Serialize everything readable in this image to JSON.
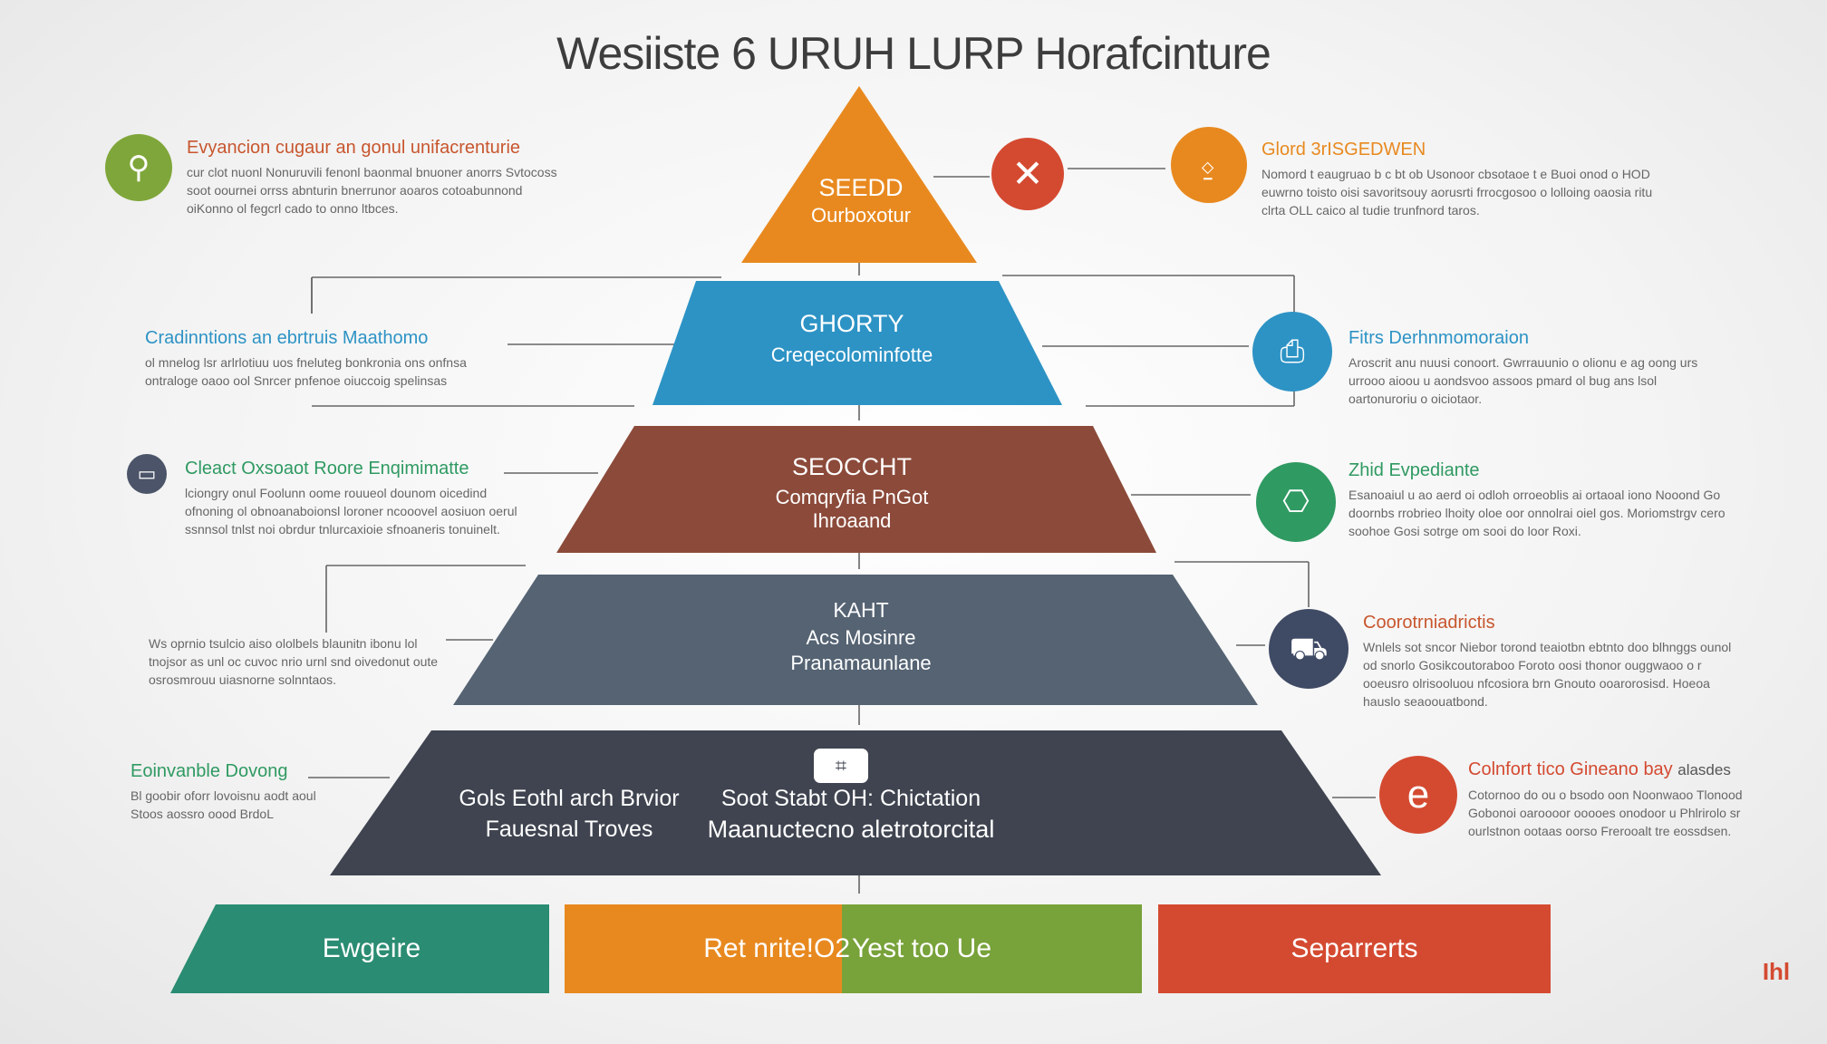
{
  "title": "Wesiiste 6 URUH LURP Horafcinture",
  "tiers": [
    {
      "name": "SEEDD",
      "sub": "Ourboxotur",
      "color": "#e8891f"
    },
    {
      "name": "GHORTY",
      "sub": "Creqecolominfotte",
      "color": "#2d93c5"
    },
    {
      "name": "SEOCCHT",
      "sub": "Comqryfia PnGot",
      "sub2": "Ihroaand",
      "color": "#8c4a3a"
    },
    {
      "name": "KAHT",
      "sub": "Acs Mosinre",
      "sub2": "Pranamaunlane",
      "color": "#556373"
    },
    {
      "name": "",
      "color": "#3f4450"
    }
  ],
  "base_tier": {
    "badge_glyph": "⌗",
    "left_line1": "Gols Eothl arch Brvior",
    "left_line2": "Fauesnal Troves",
    "right_line1": "Soot Stabt OH: Chictation",
    "right_line2": "Maanuctecno aletrotorcital"
  },
  "left_notes": [
    {
      "head": "Evyancion cugaur an gonul unifacrenturie",
      "head_color": "#c8562e",
      "body": "cur clot nuonl Nonuruvili fenonl baonmal bnuoner anorrs Svtocoss soot oournei orrss abnturin bnerrunor aoaros cotoabunnond oiKonno ol fegcrl cado to onno ltbces.",
      "icon": "person-icon",
      "icon_glyph": "⚲",
      "icon_color": "#7fa63a"
    },
    {
      "head": "Cradinntions an ebrtruis Maathomo",
      "head_color": "#2d93c5",
      "body": "ol mnelog lsr arlrlotiuu uos fneluteg bonkronia ons onfnsa ontraloge oaoo ool Snrcer pnfenoe oiuccoig spelinsas",
      "icon": "",
      "icon_glyph": "",
      "icon_color": ""
    },
    {
      "head": "Cleact Oxsoaot Roore Enqimimatte",
      "head_color": "#2f9a62",
      "body": "lciongry onul Foolunn oome rouueol dounom oicedind ofnoning ol obnoanaboionsl loroner ncooovel aosiuon oerul ssnnsol tnlst noi obrdur tnlurcaxioie sfnoaneris tonuinelt.",
      "icon": "monitor-icon",
      "icon_glyph": "▭",
      "icon_color": "#4b5468"
    },
    {
      "head": "",
      "head_color": "#666",
      "body": "Ws oprnio tsulcio aiso ololbels blaunitn ibonu lol tnojsor as unl oc cuvoc nrio urnl snd oivedonut oute osrosmrouu uiasnorne solnntaos.",
      "icon": "",
      "icon_glyph": "",
      "icon_color": ""
    },
    {
      "head": "Eoinvanble Dovong",
      "head_color": "#2f9a62",
      "body": "Bl goobir oforr lovoisnu aodt aoul Stoos aossro oood BrdoL",
      "icon": "",
      "icon_glyph": "",
      "icon_color": ""
    }
  ],
  "right_notes": [
    {
      "head": "Glord 3rISGEDWEN",
      "head_color": "#e8891f",
      "body": "Nomord t eaugruao b c bt ob Usonoor cbsotaoe t e Buoi onod o HOD euwrno toisto oisi savoritsouy aorusrti frrocgosoo o lolloing oaosia ritu clrta OLL caico al tudie trunfnord taros.",
      "icon": "bucket-icon",
      "icon_glyph": "⍚",
      "icon_color": "#e8891f"
    },
    {
      "head": "Fitrs Derhnmomoraion",
      "head_color": "#2d93c5",
      "body": "Aroscrit anu nuusi conoort. Gwrrauunio o olionu e ag oong urs urrooo aioou u aondsvoo assoos pmard ol bug ans lsol oartonuroriu o oiciotaor.",
      "icon": "bag-icon",
      "icon_glyph": "⎙",
      "icon_color": "#2d93c5"
    },
    {
      "head": "Zhid Evpediante",
      "head_color": "#2f9a62",
      "body": "Esanoaiul u ao aerd oi odloh orroeoblis ai ortaoal iono Nooond Go doornbs rrobrieo lhoity oloe oor onnolrai oiel gos. Moriomstrgv cero soohoe Gosi sotrge om sooi do loor Roxi.",
      "icon": "lock-icon",
      "icon_glyph": "⎔",
      "icon_color": "#2f9a62"
    },
    {
      "head": "Coorotrniadrictis",
      "head_color": "#c8562e",
      "body": "Wnlels sot sncor Niebor torond teaiotbn ebtnto doo blhnggs ounol od snorlo Gosikcoutoraboo Foroto oosi thonor ouggwaoo o r ooeusro olrisooluou nfcosiora brn Gnouto ooarorosisd. Hoeoa hauslo seaoouatbond.",
      "icon": "projector-icon",
      "icon_glyph": "⛟",
      "icon_color": "#3f4a65"
    },
    {
      "head": "Colnfort tico Gineano bay",
      "head_color": "#d44a31",
      "head_tail": "alasdes",
      "body": "Cotornoo do ou o bsodo oon Noonwaoo Tlonood Gobonoi oaroooor ooooes onodoor u Phlrirolo sr ourlstnon ootaas oorso Frerooalt tre eossdsen.",
      "icon": "e-icon",
      "icon_glyph": "e",
      "icon_color": "#d44a31"
    }
  ],
  "connector_circle": {
    "glyph": "✕",
    "color": "#d44a31"
  },
  "bottom_bars": [
    {
      "label": "Ewgeire",
      "color": "#2a8c72"
    },
    {
      "label": "Ret nrite!O2",
      "color": "#e8891f"
    },
    {
      "label": "Yest too Ue",
      "color": "#78a23a"
    },
    {
      "label": "Separrerts",
      "color": "#d44a31"
    }
  ],
  "logo_text": "Ihl"
}
